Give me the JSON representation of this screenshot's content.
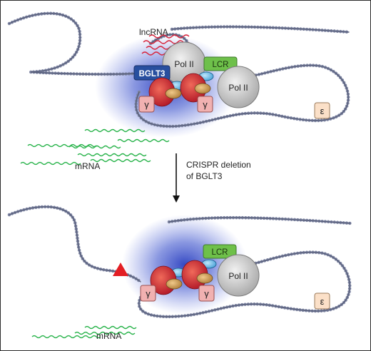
{
  "top_panel": {
    "lncrna_label": "lncRNA",
    "polii_upper_label": "Pol II",
    "polii_lower_label": "Pol II",
    "bglt3_label": "BGLT3",
    "lcr_label": "LCR",
    "gamma_left_label": "γ",
    "gamma_right_label": "γ",
    "epsilon_label": "ε",
    "mrna_label": "mRNA"
  },
  "arrow": {
    "line1": "CRISPR deletion",
    "line2": "of BGLT3"
  },
  "bottom_panel": {
    "lcr_label": "LCR",
    "polii_label": "Pol II",
    "gamma_left_label": "γ",
    "gamma_right_label": "γ",
    "epsilon_label": "ε",
    "mrna_label": "mRNA"
  },
  "colors": {
    "chromatin": "#7f86a3",
    "glow": "#3c50c8",
    "bglt3_box": "#284f9f",
    "lcr_box": "#6ec04a",
    "gamma_box": "#f1b1b1",
    "epsilon_box": "#fbe0c8",
    "red_protein": "#d7262f",
    "tan_protein": "#c99a55",
    "blue_protein": "#6fbbe6",
    "mrna_wave": "#28b34a",
    "lncrna_wave": "#d8243c",
    "deletion_marker": "#e31e24"
  }
}
